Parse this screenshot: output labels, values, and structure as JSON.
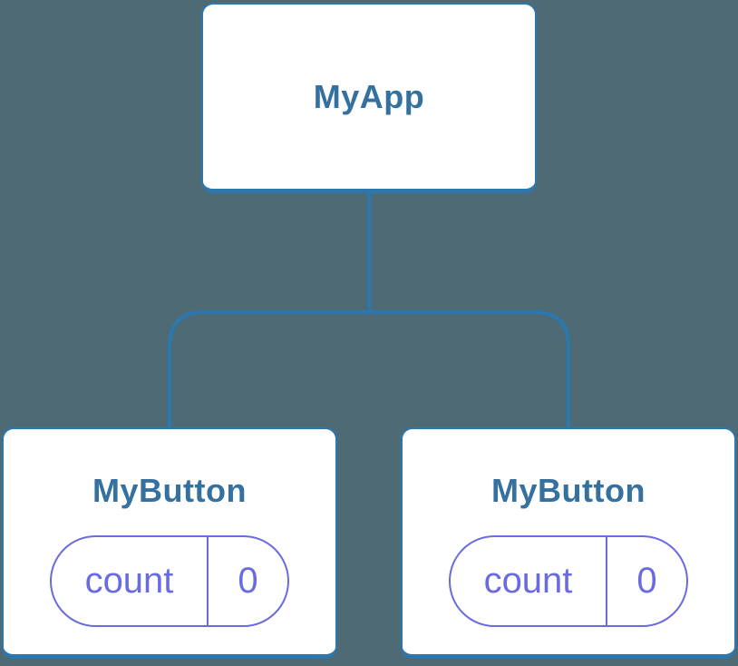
{
  "colors": {
    "background": "#4D6A75",
    "connector_blue": "#2E77AC",
    "card_border_blue": "#2E77AC",
    "title_blue": "#35719E",
    "state_purple": "#6A6BE0",
    "card_white": "#FFFFFF"
  },
  "tree": {
    "root": {
      "title": "MyApp"
    },
    "children": [
      {
        "title": "MyButton",
        "state": {
          "label": "count",
          "value": "0"
        }
      },
      {
        "title": "MyButton",
        "state": {
          "label": "count",
          "value": "0"
        }
      }
    ]
  }
}
